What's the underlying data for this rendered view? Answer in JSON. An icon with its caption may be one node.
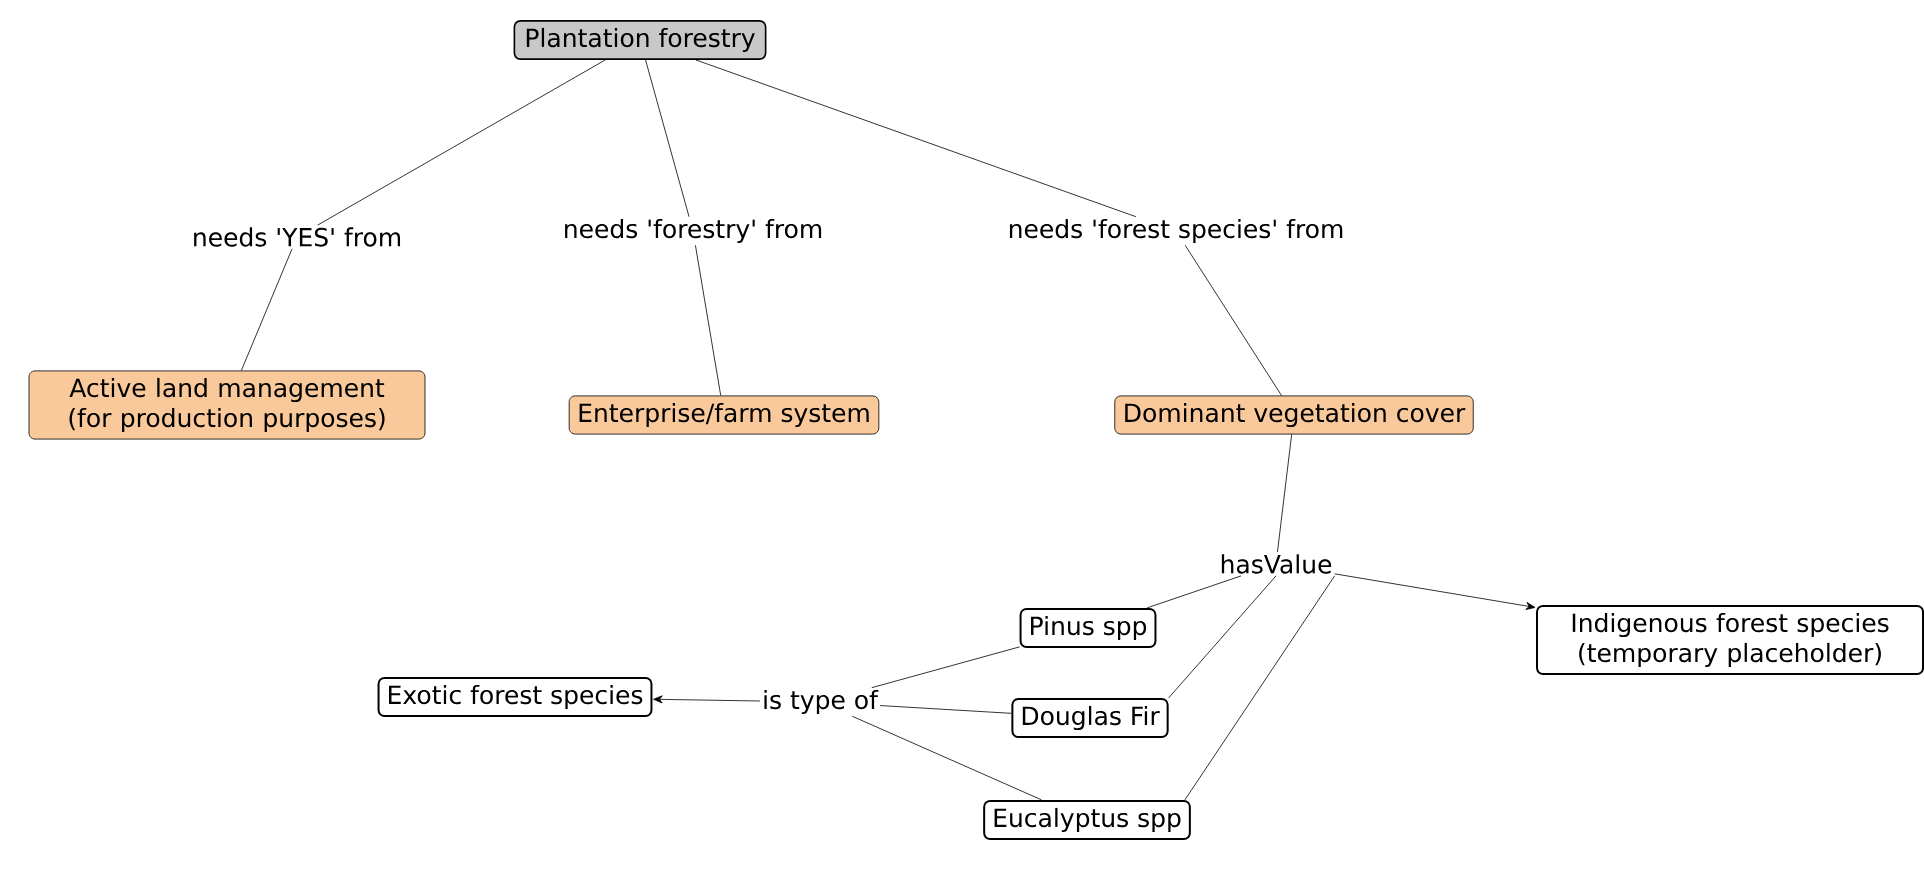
{
  "diagram": {
    "nodes": [
      {
        "text": [
          "Plantation forestry"
        ]
      },
      {
        "text": [
          "needs 'YES' from"
        ]
      },
      {
        "text": [
          "needs 'forestry' from"
        ]
      },
      {
        "text": [
          "needs 'forest species' from"
        ]
      },
      {
        "text": [
          "Active land management (for production purposes)"
        ]
      },
      {
        "text": [
          "Enterprise/farm system"
        ]
      },
      {
        "text": [
          "Dominant vegetation cover"
        ]
      },
      {
        "text": [
          "hasValue"
        ]
      },
      {
        "text": [
          "Indigenous forest species (temporary placeholder)"
        ]
      },
      {
        "text": [
          "Pinus spp"
        ]
      },
      {
        "text": [
          "Exotic forest species"
        ]
      },
      {
        "text": [
          "is type of"
        ]
      },
      {
        "text": [
          "Douglas Fir"
        ]
      },
      {
        "text": [
          "Eucalyptus spp"
        ]
      }
    ],
    "edges": [
      {
        "from": 0,
        "to": 1,
        "arrow": "none"
      },
      {
        "from": 1,
        "to": 4,
        "arrow": "none"
      },
      {
        "from": 0,
        "to": 2,
        "arrow": "none"
      },
      {
        "from": 2,
        "to": 5,
        "arrow": "none"
      },
      {
        "from": 0,
        "to": 3,
        "arrow": "none"
      },
      {
        "from": 3,
        "to": 6,
        "arrow": "none"
      },
      {
        "from": 6,
        "to": 7,
        "arrow": "none"
      },
      {
        "from": 7,
        "to": 8,
        "arrow": "to"
      },
      {
        "from": 7,
        "to": 9,
        "arrow": "none"
      },
      {
        "from": 7,
        "to": 12,
        "arrow": "none"
      },
      {
        "from": 7,
        "to": 13,
        "arrow": "none"
      },
      {
        "from": 9,
        "to": 11,
        "arrow": "none"
      },
      {
        "from": 12,
        "to": 11,
        "arrow": "none"
      },
      {
        "from": 13,
        "to": 11,
        "arrow": "none"
      },
      {
        "from": 11,
        "to": 10,
        "arrow": "to"
      }
    ]
  }
}
